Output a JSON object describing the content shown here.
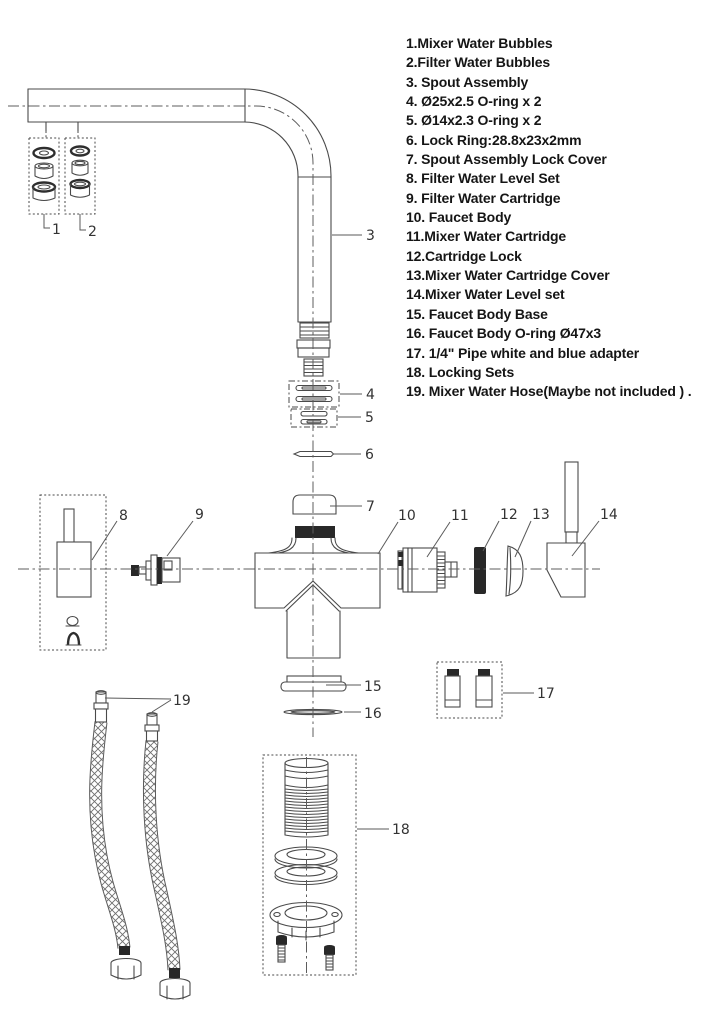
{
  "diagram": {
    "parts_list": [
      "1.Mixer Water Bubbles",
      "2.Filter Water Bubbles",
      "3. Spout Assembly",
      "4. Ø25x2.5 O-ring x 2",
      "5. Ø14x2.3 O-ring x 2",
      "6. Lock Ring:28.8x23x2mm",
      "7. Spout Assembly Lock Cover",
      "8. Filter Water Level Set",
      "9. Filter Water Cartridge",
      "10. Faucet Body",
      "11.Mixer Water Cartridge",
      "12.Cartridge Lock",
      "13.Mixer Water Cartridge Cover",
      "14.Mixer Water Level set",
      "15. Faucet Body Base",
      "16. Faucet Body O-ring Ø47x3",
      "17. 1/4\" Pipe white and blue adapter",
      "18. Locking Sets",
      "19. Mixer Water Hose(Maybe not included ) ."
    ],
    "callouts": [
      "1",
      "2",
      "3",
      "4",
      "5",
      "6",
      "7",
      "8",
      "9",
      "10",
      "11",
      "12",
      "13",
      "14",
      "15",
      "16",
      "17",
      "18",
      "19"
    ],
    "colors": {
      "background": "#ffffff",
      "line": "#4a4a4a",
      "dark_fill": "#282828",
      "text": "#151515"
    }
  }
}
